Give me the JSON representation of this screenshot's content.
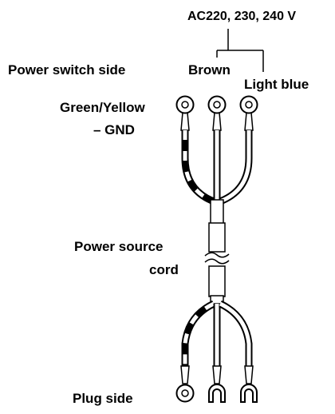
{
  "labels": {
    "voltage": "AC220, 230, 240 V",
    "power_switch_side": "Power switch side",
    "brown": "Brown",
    "light_blue": "Light blue",
    "green_yellow": "Green/Yellow",
    "gnd": "– GND",
    "power_source": "Power source",
    "cord": "cord",
    "plug_side": "Plug side"
  }
}
